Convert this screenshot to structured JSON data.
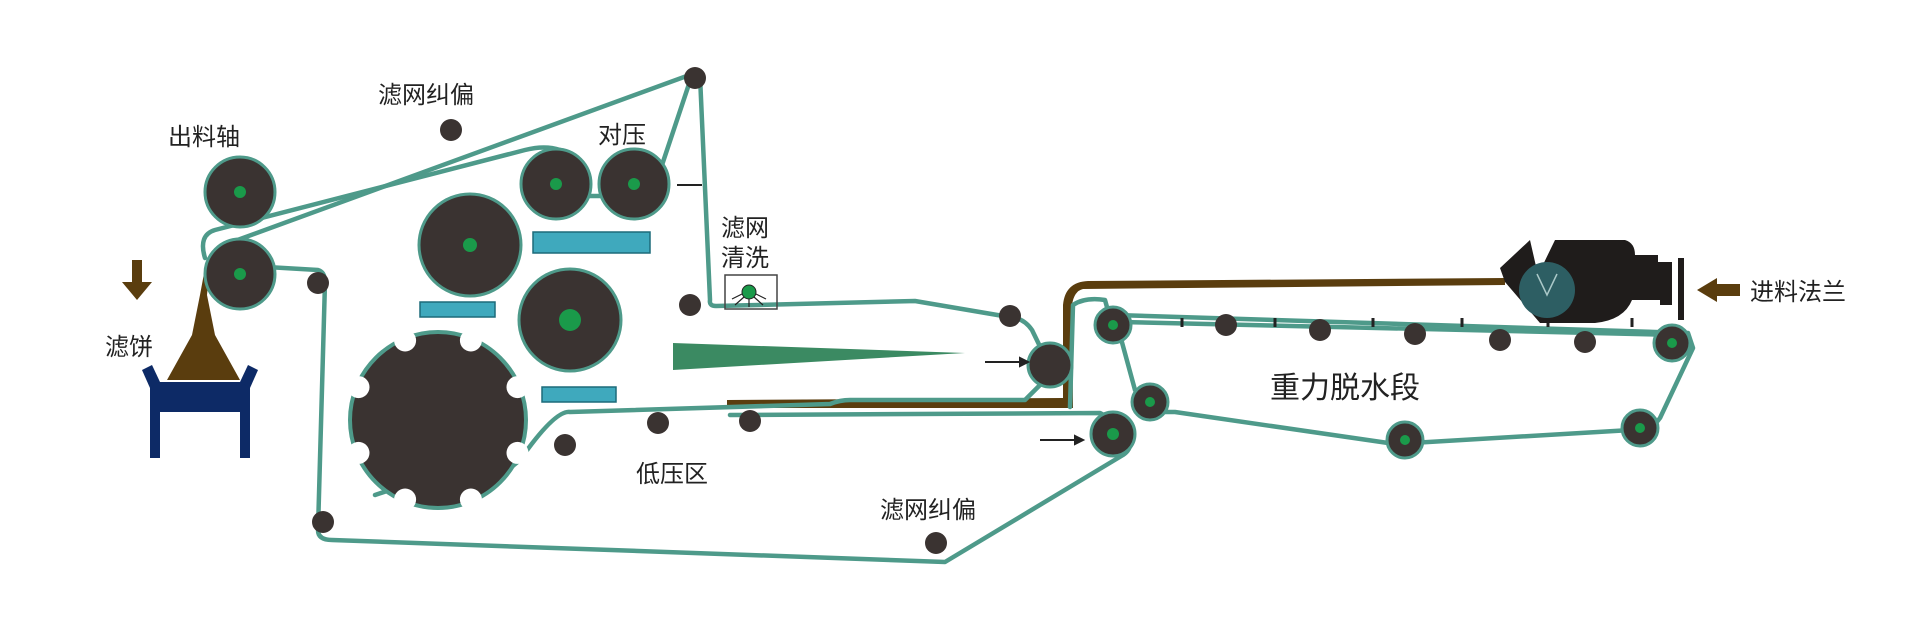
{
  "labels": {
    "outlet_roller": "出料轴",
    "mesh_correction_top": "滤网纠偏",
    "counter_press": "对压",
    "mesh_wash_line1": "滤网",
    "mesh_wash_line2": "清洗",
    "filter_cake": "滤饼",
    "gravity_dewatering": "重力脱水段",
    "inlet_flange": "进料法兰",
    "low_pressure_zone": "低压区",
    "mesh_correction_bottom": "滤网纠偏"
  },
  "colors": {
    "roller": "#3a3331",
    "roller_center": "#1a9a4a",
    "belt": "#4e9a8a",
    "sludge": "#5a3d0e",
    "press_plate": "#3fa9bd",
    "cake_bin": "#0d2a66",
    "wedge": "#3b8a62",
    "feeder_body": "#1f1c1b",
    "feeder_wheel": "#2d5e63",
    "background": "#ffffff"
  },
  "icons": {
    "filter_cake_arrow": "down-arrow-icon",
    "inlet_arrow": "left-arrow-icon",
    "wash_nozzle": "spray-nozzle-icon"
  }
}
